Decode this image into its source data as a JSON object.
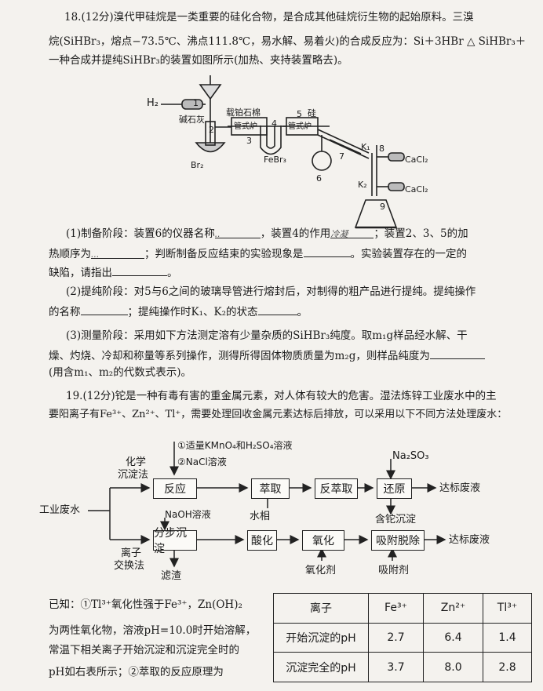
{
  "q18": {
    "line1": "18.(12分)溴代甲硅烷是一类重要的硅化合物，是合成其他硅烷衍生物的起始原料。三溴",
    "line2": "烷(SiHBr₃，熔点−73.5℃、沸点111.8℃，易水解、易着火)的合成反应为：Si＋3HBr △ SiHBr₃＋",
    "line3": "一种合成并提纯SiHBr₃的装置如图所示(加热、夹持装置略去)。",
    "apparatus": {
      "h2": "H₂",
      "soda_lime": "碱石灰",
      "br2": "Br₂",
      "pt_asbestos": "载铂石棉",
      "tube_furnace_1": "管式炉",
      "tube_furnace_2": "管式炉",
      "febr3": "FeBr₃",
      "si": "硅",
      "k1": "K₁",
      "k2": "K₂",
      "cacl2_1": "CaCl₂",
      "cacl2_2": "CaCl₂",
      "n1": "1",
      "n2": "2",
      "n3": "3",
      "n4": "4",
      "n5": "5",
      "n6": "6",
      "n7": "7",
      "n8": "8",
      "n9": "9"
    },
    "p1a": "(1)制备阶段：装置6的仪器名称",
    "p1b": "，装置4的作用",
    "p1c": "；装置2、3、5的加",
    "p1d": "热顺序为",
    "p1e": "；判断制备反应结束的实验现象是",
    "p1f": "。实验装置存在的一定的",
    "p1g": "缺陷，请指出",
    "p1h": "。",
    "p2a": "(2)提纯阶段：对5与6之间的玻璃导管进行熔封后，对制得的粗产品进行提纯。提纯操作",
    "p2b": "的名称",
    "p2c": "；提纯操作时K₁、K₂的状态",
    "p2d": "。",
    "p3a": "(3)测量阶段：采用如下方法测定溶有少量杂质的SiHBr₃纯度。取m₁g样品经水解、干",
    "p3b": "燥、灼烧、冷却和称量等系列操作，测得所得固体物质质量为m₂g，则样品纯度为",
    "p3c": "(用含m₁、m₂的代数式表示)。",
    "handwriting": [
      "..",
      "冷凝",
      "..."
    ]
  },
  "q19": {
    "line1": "19.(12分)铊是一种有毒有害的重金属元素，对人体有较大的危害。湿法炼锌工业废水中的主",
    "line2": "要阳离子有Fe³⁺、Zn²⁺、Tl⁺，需要处理回收金属元素达标后排放，可以采用以下不同方法处理废水：",
    "flow": {
      "reagent1": "①适量KMnO₄和H₂SO₄溶液",
      "reagent2": "②NaCl溶液",
      "method1": [
        "化学",
        "沉淀法"
      ],
      "method2": [
        "离子",
        "交换法"
      ],
      "feed": "工业废水",
      "reaction": "反应",
      "extraction": "萃取",
      "back_extraction": "反萃取",
      "reduction": "还原",
      "na2so3": "Na₂SO₃",
      "qualified1": "达标废液",
      "aqueous": "水相",
      "tl_precipitate": "含铊沉淀",
      "naoh": "NaOH溶液",
      "step_precip": "分步沉淀",
      "acidify": "酸化",
      "oxidation": "氧化",
      "desorption": "吸附脱除",
      "qualified2": "达标废液",
      "residue": "滤渣",
      "oxidant": "氧化剂",
      "adsorbent": "吸附剂"
    },
    "known1": "已知：①Tl³⁺氧化性强于Fe³⁺，Zn(OH)₂",
    "known2": "为两性氧化物，溶液pH=10.0时开始溶解，",
    "known3": "常温下相关离子开始沉淀和沉淀完全时的",
    "known4": "pH如右表所示；②萃取的反应原理为",
    "table": {
      "header": [
        "离子",
        "Fe³⁺",
        "Zn²⁺",
        "Tl³⁺"
      ],
      "rows": [
        [
          "开始沉淀的pH",
          "2.7",
          "6.4",
          "1.4"
        ],
        [
          "沉淀完全的pH",
          "3.7",
          "8.0",
          "2.8"
        ]
      ]
    }
  }
}
